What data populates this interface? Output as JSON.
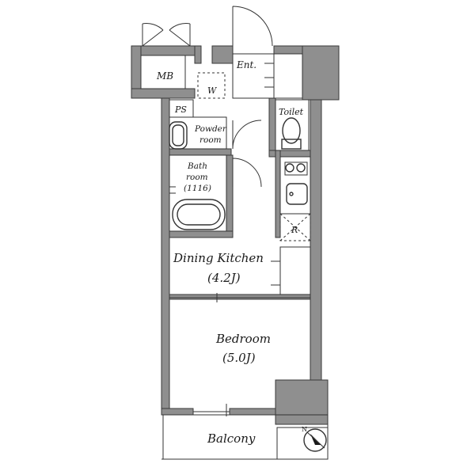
{
  "rooms": {
    "mb": "MB",
    "ps": "PS",
    "washer": "W",
    "entrance": "Ent.",
    "toilet": "Toilet",
    "powder_line1": "Powder",
    "powder_line2": "room",
    "bath_line1": "Bath",
    "bath_line2": "room",
    "bath_size": "(1116)",
    "refrigerator": "R",
    "dining_kitchen": "Dining Kitchen",
    "dining_kitchen_size": "(4.2J)",
    "bedroom": "Bedroom",
    "bedroom_size": "(5.0J)",
    "balcony": "Balcony"
  },
  "compass": {
    "north_letter": "N"
  },
  "colors": {
    "wall": "#8f8f8f",
    "line": "#333333",
    "background": "#ffffff"
  }
}
